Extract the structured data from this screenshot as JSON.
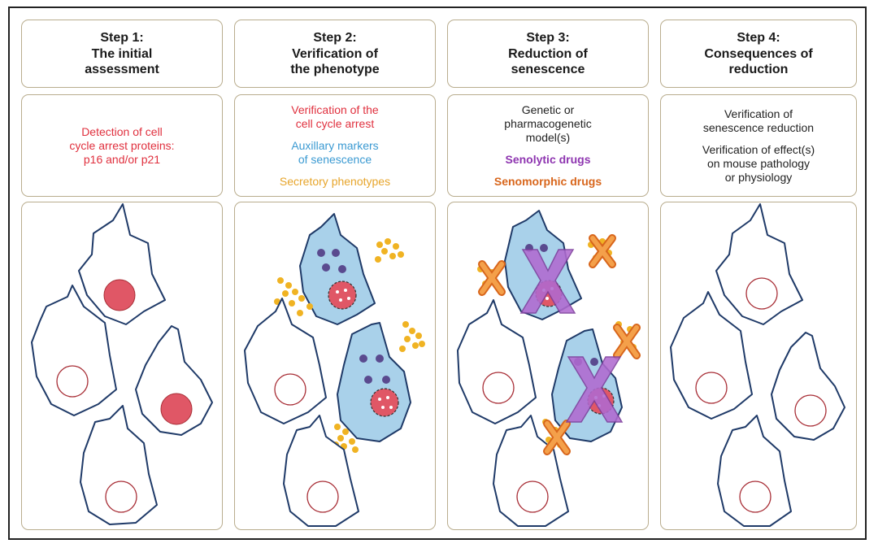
{
  "steps": [
    {
      "label": "Step 1:",
      "title_lines": [
        "The initial",
        "assessment"
      ],
      "description": [
        {
          "text": "Detection of cell",
          "color": "red"
        },
        {
          "text": "cycle arrest proteins:",
          "color": "red"
        },
        {
          "text": "p16 and/or p21",
          "color": "red"
        }
      ]
    },
    {
      "label": "Step 2:",
      "title_lines": [
        "Verification of",
        "the phenotype"
      ],
      "description": [
        {
          "text": "Verification of the",
          "color": "red"
        },
        {
          "text": "cell cycle arrest",
          "color": "red"
        },
        {
          "text": "Auxillary markers",
          "color": "blue"
        },
        {
          "text": "of senescence",
          "color": "blue"
        },
        {
          "text": "Secretory phenotypes",
          "color": "gold"
        }
      ]
    },
    {
      "label": "Step 3:",
      "title_lines": [
        "Reduction of",
        "senescence"
      ],
      "description": [
        {
          "text": "Genetic or",
          "color": "dark"
        },
        {
          "text": "pharmacogenetic",
          "color": "dark"
        },
        {
          "text": "model(s)",
          "color": "dark"
        },
        {
          "text": "Senolytic drugs",
          "color": "purple"
        },
        {
          "text": "Senomorphic drugs",
          "color": "orange"
        }
      ]
    },
    {
      "label": "Step 4:",
      "title_lines": [
        "Consequences of",
        "reduction"
      ],
      "description": [
        {
          "text": "Verification of",
          "color": "dark"
        },
        {
          "text": "senescence reduction",
          "color": "dark"
        },
        {
          "text": "Verification of effect(s)",
          "color": "dark"
        },
        {
          "text": "on mouse pathology",
          "color": "dark"
        },
        {
          "text": "or physiology",
          "color": "dark"
        }
      ]
    }
  ],
  "colors": {
    "cell_outline": "#1f3a68",
    "senescent_fill": "#a9d1ea",
    "nucleus_red": "#e05766",
    "nucleus_ring": "#a82e36",
    "marker_dot": "#5a4a8f",
    "secretory_dot": "#f0b323",
    "senolytic_x": "#b06ad0",
    "senomorphic_x": "#f08a2a",
    "box_border": "#b9ad8e"
  }
}
